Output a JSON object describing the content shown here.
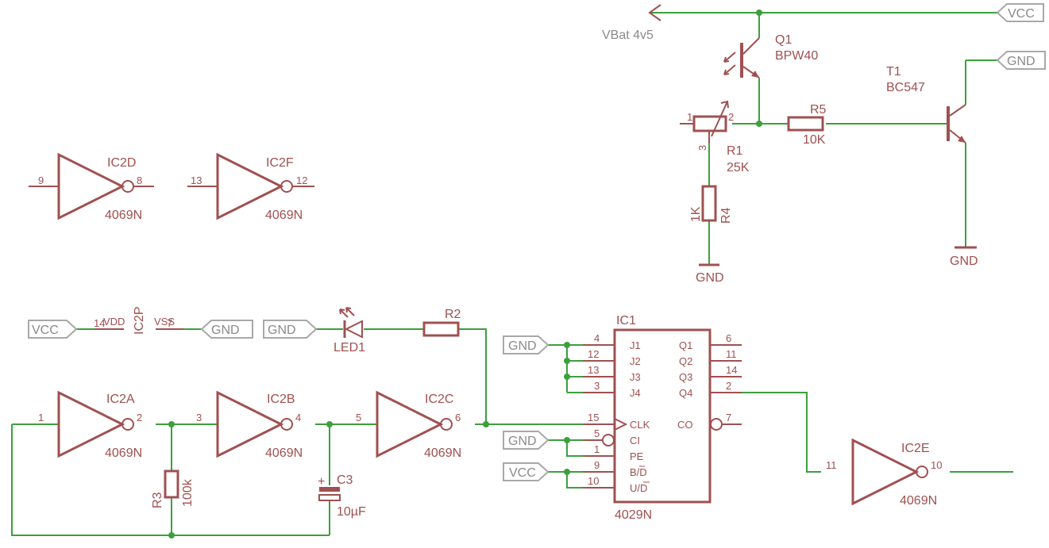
{
  "colors": {
    "symbol": "#a05050",
    "wire": "#3ca03c",
    "net_label": "#a8a8a8",
    "background": "#ffffff"
  },
  "inverters": {
    "ic2d": {
      "name": "IC2D",
      "value": "4069N",
      "in_pin": "9",
      "out_pin": "8"
    },
    "ic2f": {
      "name": "IC2F",
      "value": "4069N",
      "in_pin": "13",
      "out_pin": "12"
    },
    "ic2a": {
      "name": "IC2A",
      "value": "4069N",
      "in_pin": "1",
      "out_pin": "2"
    },
    "ic2b": {
      "name": "IC2B",
      "value": "4069N",
      "in_pin": "3",
      "out_pin": "4"
    },
    "ic2c": {
      "name": "IC2C",
      "value": "4069N",
      "in_pin": "5",
      "out_pin": "6"
    },
    "ic2e": {
      "name": "IC2E",
      "value": "4069N",
      "in_pin": "11",
      "out_pin": "10"
    }
  },
  "power_part": {
    "name": "IC2P",
    "vdd_label": "VDD",
    "vdd_pin": "14",
    "vss_label": "VSS",
    "vss_pin": "7"
  },
  "net_labels": {
    "vcc": "VCC",
    "gnd": "GND",
    "vbat": "VBat 4v5"
  },
  "q1": {
    "name": "Q1",
    "value": "BPW40"
  },
  "t1": {
    "name": "T1",
    "value": "BC547"
  },
  "r1": {
    "name": "R1",
    "value": "25K",
    "pin1": "1",
    "pin2": "2",
    "pin3": "3"
  },
  "r2": {
    "name": "R2"
  },
  "r3": {
    "name": "R3",
    "value": "100k"
  },
  "r4": {
    "name": "R4",
    "value": "1K"
  },
  "r5": {
    "name": "R5",
    "value": "10K"
  },
  "c3": {
    "name": "C3",
    "value": "10µF",
    "polarity": "+"
  },
  "led1": {
    "name": "LED1"
  },
  "ic1": {
    "name": "IC1",
    "value": "4029N",
    "left_pins": [
      {
        "pin": "4",
        "label": "J1"
      },
      {
        "pin": "12",
        "label": "J2"
      },
      {
        "pin": "13",
        "label": "J3"
      },
      {
        "pin": "3",
        "label": "J4"
      },
      {
        "pin": "15",
        "label": "CLK"
      },
      {
        "pin": "5",
        "label": "CI"
      },
      {
        "pin": "1",
        "label": "PE"
      },
      {
        "pin": "9",
        "label": "B/D"
      },
      {
        "pin": "10",
        "label": "U/D"
      }
    ],
    "right_pins": [
      {
        "pin": "6",
        "label": "Q1"
      },
      {
        "pin": "11",
        "label": "Q2"
      },
      {
        "pin": "14",
        "label": "Q3"
      },
      {
        "pin": "2",
        "label": "Q4"
      },
      {
        "pin": "7",
        "label": "CO"
      }
    ]
  }
}
